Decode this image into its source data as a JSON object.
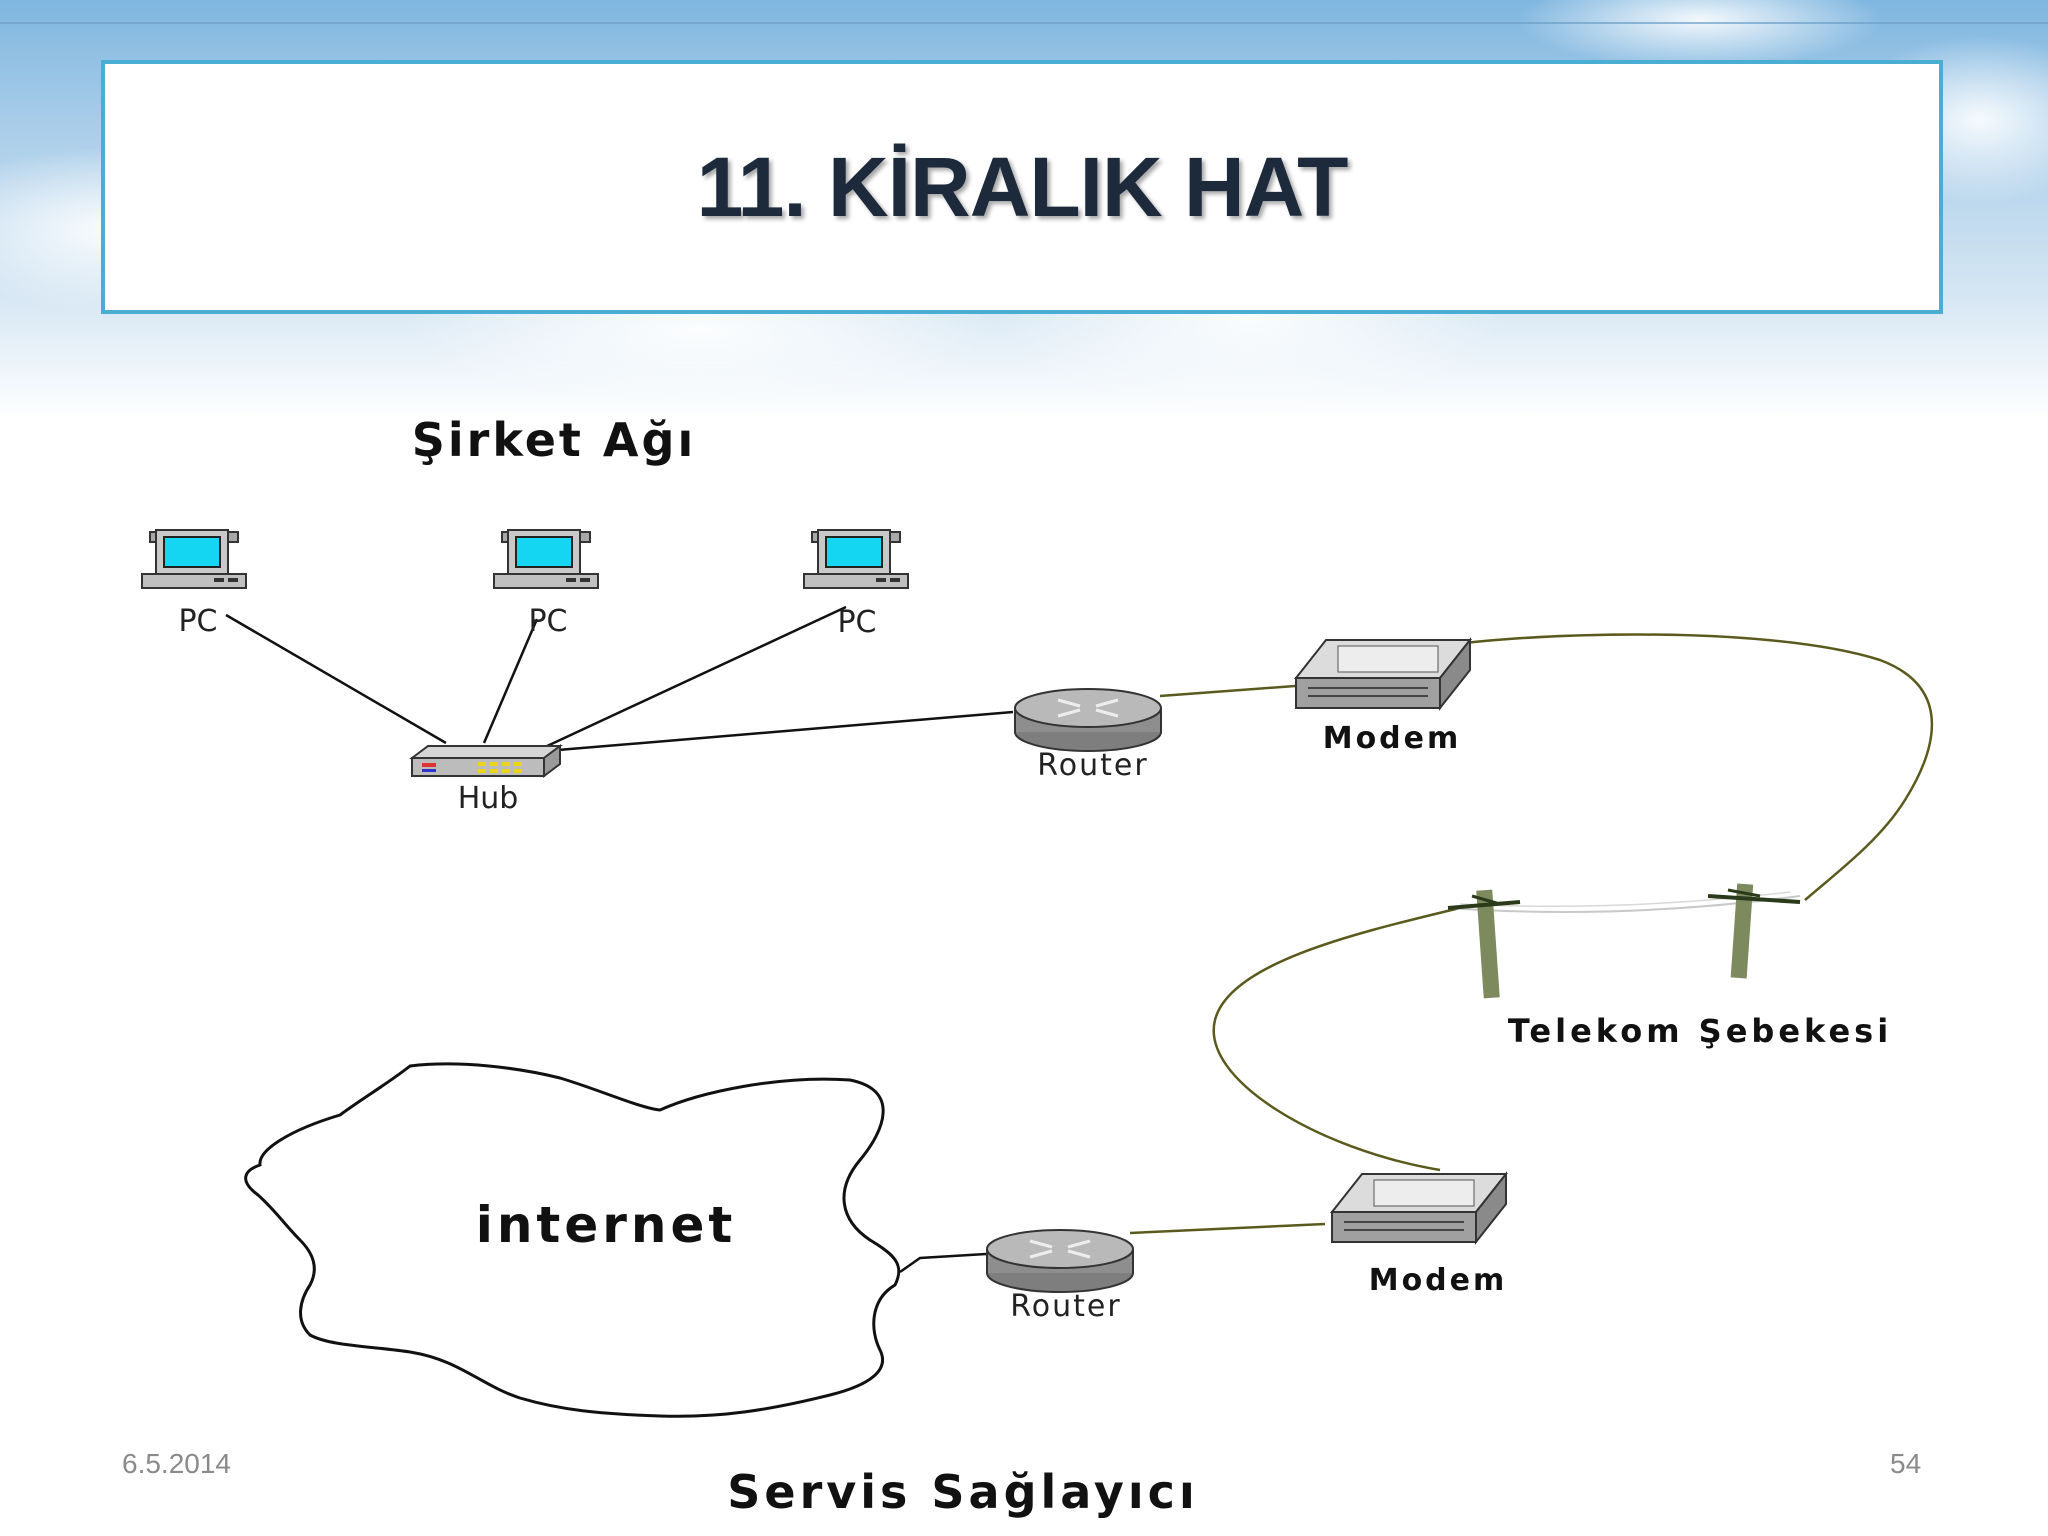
{
  "slide": {
    "title": "11. KİRALIK HAT",
    "date": "6.5.2014",
    "page_number": "54"
  },
  "diagram": {
    "sirket_agi_label": "Şirket Ağı",
    "pc_label": "PC",
    "hub_label": "Hub",
    "router_label": "Router",
    "modem_label": "Modem",
    "telekom_label": "Telekom Şebekesi",
    "internet_label": "internet",
    "servis_label": "Servis Sağlayıcı"
  },
  "colors": {
    "title_border": "#4aaed3",
    "cable": "#5a5a1e",
    "pc_screen": "#15d6f2"
  }
}
